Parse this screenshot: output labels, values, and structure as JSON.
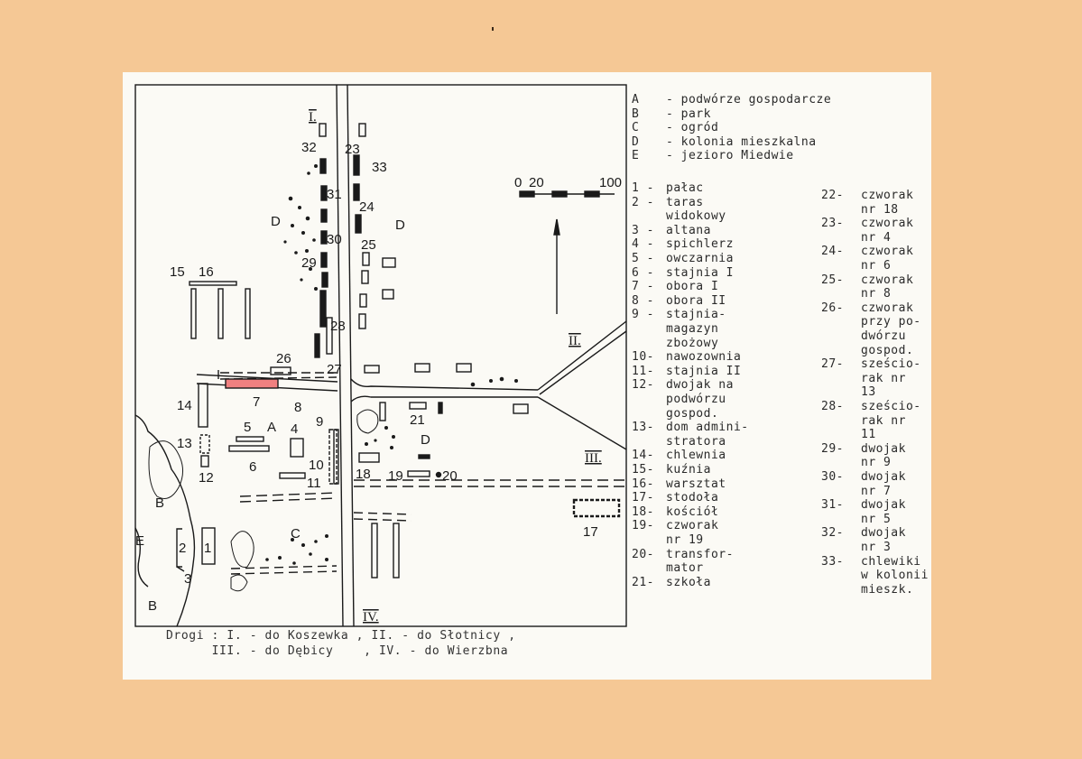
{
  "map": {
    "label_A": "A",
    "label_B1": "B",
    "label_B2": "B",
    "label_C": "C",
    "label_D1": "D",
    "label_D2": "D",
    "label_D3": "D",
    "label_E": "E",
    "road_I": "I.",
    "road_II": "II.",
    "road_III": "III.",
    "road_IV": "IV.",
    "scale_0": "0",
    "scale_20": "20",
    "scale_100": "100",
    "highlight_color": "#f08080",
    "numbers": {
      "n1": "1",
      "n2": "2",
      "n3": "3",
      "n4": "4",
      "n5": "5",
      "n6": "6",
      "n7": "7",
      "n8": "8",
      "n9": "9",
      "n10": "10",
      "n11": "11",
      "n12": "12",
      "n13": "13",
      "n14": "14",
      "n15": "15",
      "n16": "16",
      "n17": "17",
      "n18": "18",
      "n19": "19",
      "n20": "20",
      "n21": "21",
      "n23": "23",
      "n24": "24",
      "n25": "25",
      "n26": "26",
      "n27": "27",
      "n28": "28",
      "n29": "29",
      "n30": "30",
      "n31": "31",
      "n32": "32",
      "n33": "33"
    }
  },
  "legend_areas": [
    {
      "key": "A",
      "text": "- podwórze gospodarcze"
    },
    {
      "key": "B",
      "text": "- park"
    },
    {
      "key": "C",
      "text": "- ogród"
    },
    {
      "key": "D",
      "text": "- kolonia mieszkalna"
    },
    {
      "key": "E",
      "text": "- jezioro Miedwie"
    }
  ],
  "legend_left": [
    {
      "key": "1 -",
      "text": "pałac"
    },
    {
      "key": "2 -",
      "text": "taras"
    },
    {
      "key": "",
      "text": "widokowy"
    },
    {
      "key": "3 -",
      "text": "altana"
    },
    {
      "key": "4 -",
      "text": "spichlerz"
    },
    {
      "key": "5 -",
      "text": "owczarnia"
    },
    {
      "key": "6 -",
      "text": "stajnia I"
    },
    {
      "key": "7 -",
      "text": "obora I"
    },
    {
      "key": "8 -",
      "text": "obora II"
    },
    {
      "key": "9 -",
      "text": "stajnia-"
    },
    {
      "key": "",
      "text": "magazyn"
    },
    {
      "key": "",
      "text": "zbożowy"
    },
    {
      "key": "10-",
      "text": "nawozownia"
    },
    {
      "key": "11-",
      "text": "stajnia II"
    },
    {
      "key": "12-",
      "text": "dwojak na"
    },
    {
      "key": "",
      "text": "podwórzu"
    },
    {
      "key": "",
      "text": "gospod."
    },
    {
      "key": "13-",
      "text": "dom admini-"
    },
    {
      "key": "",
      "text": "stratora"
    },
    {
      "key": "14-",
      "text": "chlewnia"
    },
    {
      "key": "15-",
      "text": "kuźnia"
    },
    {
      "key": "16-",
      "text": "warsztat"
    },
    {
      "key": "17-",
      "text": "stodoła"
    },
    {
      "key": "18-",
      "text": "kościół"
    },
    {
      "key": "19-",
      "text": "czworak"
    },
    {
      "key": "",
      "text": "nr 19"
    },
    {
      "key": "20-",
      "text": "transfor-"
    },
    {
      "key": "",
      "text": "mator"
    },
    {
      "key": "21-",
      "text": "szkoła"
    }
  ],
  "legend_right": [
    {
      "key": "22-",
      "text": "czworak"
    },
    {
      "key": "",
      "text": "nr 18"
    },
    {
      "key": "23-",
      "text": "czworak"
    },
    {
      "key": "",
      "text": "nr 4"
    },
    {
      "key": "24-",
      "text": "czworak"
    },
    {
      "key": "",
      "text": "nr 6"
    },
    {
      "key": "25-",
      "text": "czworak"
    },
    {
      "key": "",
      "text": "nr 8"
    },
    {
      "key": "26-",
      "text": "czworak"
    },
    {
      "key": "",
      "text": "przy po-"
    },
    {
      "key": "",
      "text": "dwórzu"
    },
    {
      "key": "",
      "text": "gospod."
    },
    {
      "key": "27-",
      "text": "sześcio-"
    },
    {
      "key": "",
      "text": "rak nr"
    },
    {
      "key": "",
      "text": "13"
    },
    {
      "key": "28-",
      "text": "sześcio-"
    },
    {
      "key": "",
      "text": "rak nr"
    },
    {
      "key": "",
      "text": "11"
    },
    {
      "key": "29-",
      "text": "dwojak"
    },
    {
      "key": "",
      "text": "nr 9"
    },
    {
      "key": "30-",
      "text": "dwojak"
    },
    {
      "key": "",
      "text": "nr 7"
    },
    {
      "key": "31-",
      "text": "dwojak"
    },
    {
      "key": "",
      "text": "nr 5"
    },
    {
      "key": "32-",
      "text": "dwojak"
    },
    {
      "key": "",
      "text": "nr 3"
    },
    {
      "key": "33-",
      "text": "chlewiki"
    },
    {
      "key": "",
      "text": "w kolonii"
    },
    {
      "key": "",
      "text": "mieszk."
    }
  ],
  "roads": {
    "line1": "Drogi : I. - do Koszewka , II. - do Słotnicy ,",
    "line2": "III. - do Dębicy    , IV. - do Wierzbna"
  }
}
